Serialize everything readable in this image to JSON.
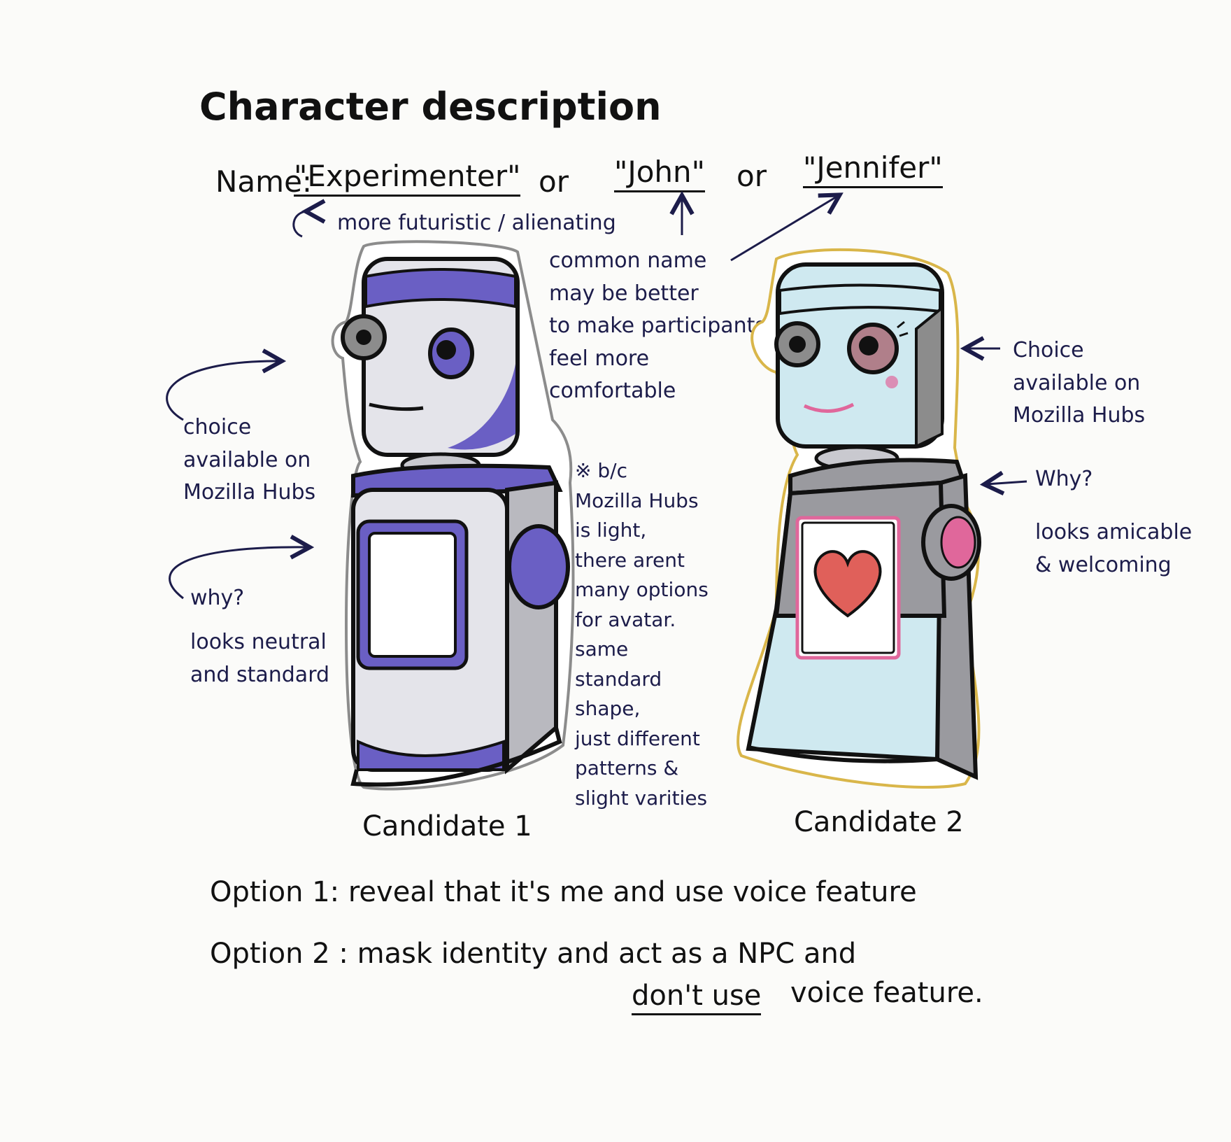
{
  "title": "Character description",
  "name_line": {
    "label": "Name:",
    "names": [
      "\"Experimenter\"",
      "\"John\"",
      "\"Jennifer\""
    ],
    "separator": "or"
  },
  "notes": {
    "futuristic": "more futuristic / alienating",
    "common_name": "common name\nmay be better\nto make participants\nfeel more\ncomfortable",
    "c1_choice": "choice\navailable on\nMozilla Hubs",
    "c1_why_label": "why?",
    "c1_why_text": "looks neutral\nand standard",
    "c2_choice": "Choice\navailable on\nMozilla Hubs",
    "c2_why_label": "Why?",
    "c2_why_text": "looks amicable\n& welcoming",
    "middle": "※ b/c\nMozilla Hubs\nis light,\nthere arent\nmany options\nfor avatar.\nsame\nstandard\nshape,\njust different\npatterns &\nslight varities"
  },
  "candidates": {
    "one": "Candidate 1",
    "two": "Candidate 2"
  },
  "options": {
    "option1": "Option 1:  reveal  that  it's  me  and  use  voice  feature",
    "option2_a": "Option 2 :   mask   identity   and  act  as  a  NPC  and",
    "option2_b_underlined": "don't use",
    "option2_b_rest": "voice  feature."
  },
  "colors": {
    "ink": "#1c1c4a",
    "purple": "#6a5fc4",
    "light_blue": "#cfe9f0",
    "gray": "#8c8c8c",
    "pink": "#e0679b",
    "heart_red": "#e0605a",
    "outline_gold": "#d9b64a"
  }
}
